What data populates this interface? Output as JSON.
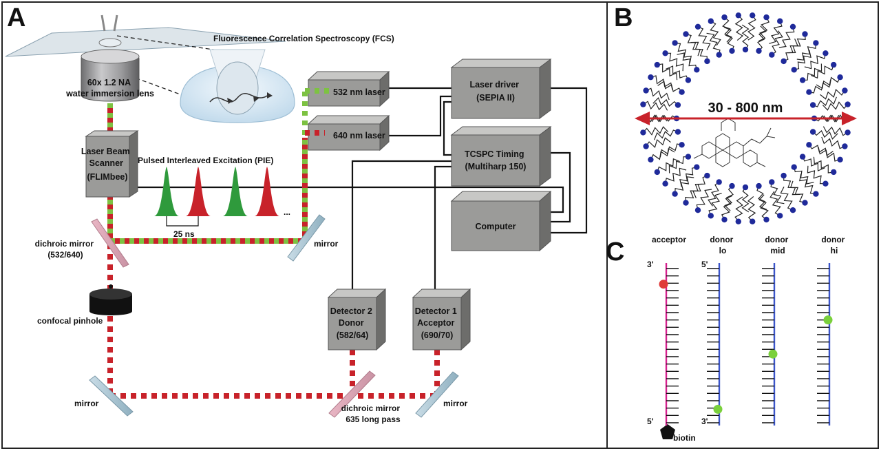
{
  "panels": {
    "a": "A",
    "b": "B",
    "c": "C"
  },
  "panel_a": {
    "fcs_title": "Fluorescence Correlation Spectroscopy (FCS)",
    "objective": [
      "60x 1.2 NA",
      "water immersion lens"
    ],
    "scanner": [
      "Laser Beam",
      "Scanner",
      "(FLIMbee)"
    ],
    "pie_title": "Pulsed Interleaved Excitation (PIE)",
    "pulse_interval": "25 ns",
    "ellipsis": "...",
    "laser_532": "532 nm laser",
    "laser_640": "640 nm laser",
    "laser_driver": [
      "Laser driver",
      "(SEPIA II)"
    ],
    "tcspc": [
      "TCSPC Timing",
      "(Multiharp 150)"
    ],
    "computer": "Computer",
    "dichroic_1": [
      "dichroic mirror",
      "(532/640)"
    ],
    "mirror_top": "mirror",
    "pinhole": "confocal pinhole",
    "detector_2": [
      "Detector 2",
      "Donor",
      "(582/64)"
    ],
    "detector_1": [
      "Detector 1",
      "Acceptor",
      "(690/70)"
    ],
    "mirror_bottom_left": "mirror",
    "dichroic_2": [
      "dichroic mirror",
      "635 long pass"
    ],
    "mirror_bottom_right": "mirror"
  },
  "panel_b": {
    "size_label": "30 - 800 nm"
  },
  "panel_c": {
    "strands": [
      {
        "label": [
          "acceptor"
        ],
        "top_end": "3'",
        "bottom_end": "5'",
        "color": "#d6208e",
        "dye_color": "#e03a3a",
        "dye_position": 0.13
      },
      {
        "label": [
          "donor",
          "lo"
        ],
        "top_end": "5'",
        "bottom_end": "3'",
        "color": "#3b55c9",
        "dye_color": "#7ad03c",
        "dye_position": 0.9
      },
      {
        "label": [
          "donor",
          "mid"
        ],
        "top_end": "",
        "bottom_end": "",
        "color": "#3b55c9",
        "dye_color": "#7ad03c",
        "dye_position": 0.56
      },
      {
        "label": [
          "donor",
          "hi"
        ],
        "top_end": "",
        "bottom_end": "",
        "color": "#3b55c9",
        "dye_color": "#7ad03c",
        "dye_position": 0.35
      }
    ],
    "biotin": "biotin"
  },
  "colors": {
    "green_beam": "#7dc242",
    "red_beam": "#c8222a",
    "box_front": "#9b9b99",
    "lipid_head": "#1f2a9a",
    "arrow": "#c8222a"
  }
}
